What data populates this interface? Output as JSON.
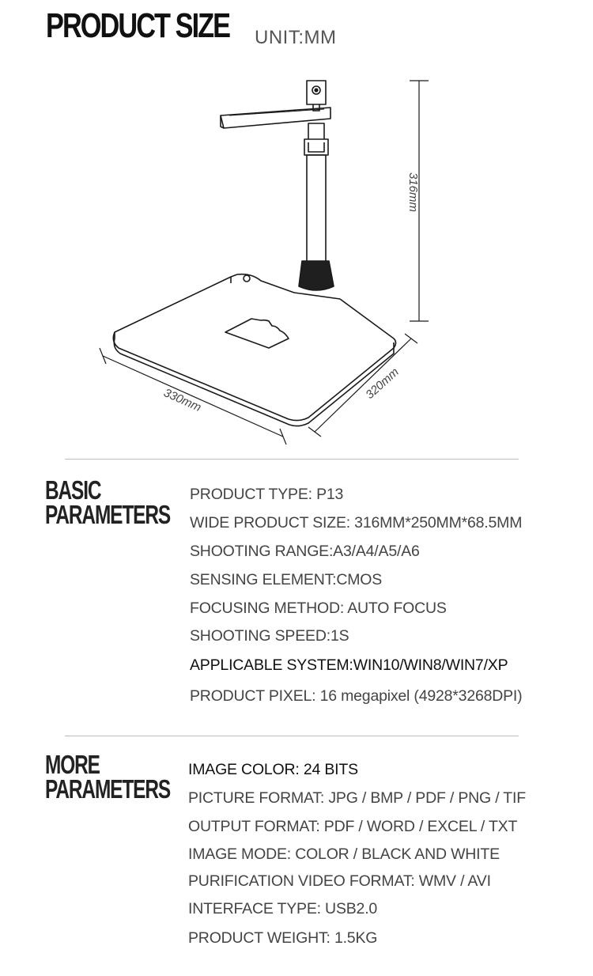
{
  "header": {
    "title": "PRODUCT SIZE",
    "unit": "UNIT:MM"
  },
  "diagram": {
    "height_label": "316mm",
    "width_label": "330mm",
    "depth_label": "320mm"
  },
  "basic": {
    "heading_line1": "BASIC",
    "heading_line2": "PARAMETERS",
    "items": [
      "PRODUCT TYPE:  P13",
      "WIDE PRODUCT SIZE: 316MM*250MM*68.5MM",
      "SHOOTING RANGE:A3/A4/A5/A6",
      "SENSING ELEMENT:CMOS",
      "FOCUSING METHOD: AUTO FOCUS",
      "SHOOTING SPEED:1S",
      "APPLICABLE SYSTEM:WIN10/WIN8/WIN7/XP",
      "PRODUCT PIXEL: 16 megapixel (4928*3268DPI)"
    ]
  },
  "more": {
    "heading_line1": "MORE",
    "heading_line2": "PARAMETERS",
    "items": [
      "IMAGE COLOR: 24 BITS",
      "PICTURE FORMAT: JPG / BMP / PDF / PNG / TIF",
      "OUTPUT FORMAT: PDF / WORD / EXCEL / TXT",
      "IMAGE MODE: COLOR / BLACK AND WHITE",
      "PURIFICATION VIDEO FORMAT: WMV / AVI",
      "INTERFACE TYPE: USB2.0",
      "PRODUCT WEIGHT: 1.5KG"
    ]
  }
}
